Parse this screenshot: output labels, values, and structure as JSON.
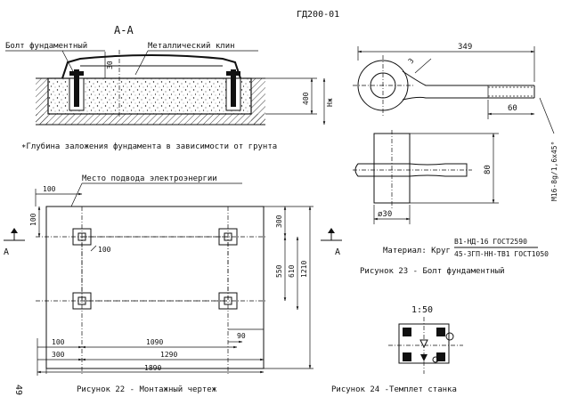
{
  "doc_code": "ГД200-01",
  "page_number": "49",
  "section": {
    "title": "А-А",
    "bolt_label": "Болт фундаментный",
    "wedge_label": "Металлический клин",
    "dim_30": "30",
    "dim_400": "400",
    "dim_h": "Нж",
    "note": "∗Глубина заложения фундамента в зависимости от грунта"
  },
  "bolt": {
    "dim_349": "349",
    "dim_3": "3",
    "dim_60": "60",
    "dim_80": "80",
    "dim_30": "ø30",
    "thread": "М16-8g/1,6х45°",
    "material_label": "Материал: Круг",
    "material_top": "В1-НД-16 ГОСТ2590",
    "material_bottom": "45-3ГП-НН-ТВ1 ГОСТ1050",
    "caption": "Рисунок 23 - Болт фундаментный"
  },
  "mount": {
    "power_label": "Место подвода электроэнергии",
    "dim_100_top": "100",
    "dim_100_left": "100",
    "dim_100_inner": "100",
    "dim_300_right": "300",
    "dim_550": "550",
    "dim_610": "610",
    "dim_1210": "1210",
    "dim_90": "90",
    "dim_100_bottom": "100",
    "dim_1090": "1090",
    "dim_300_bottom": "300",
    "dim_1290": "1290",
    "dim_1890": "1890",
    "section_mark_left": "А",
    "section_mark_right": "А",
    "caption": "Рисунок 22 - Монтажный чертеж"
  },
  "template": {
    "scale": "1:50",
    "caption": "Рисунок 24 -Темплет станка"
  }
}
